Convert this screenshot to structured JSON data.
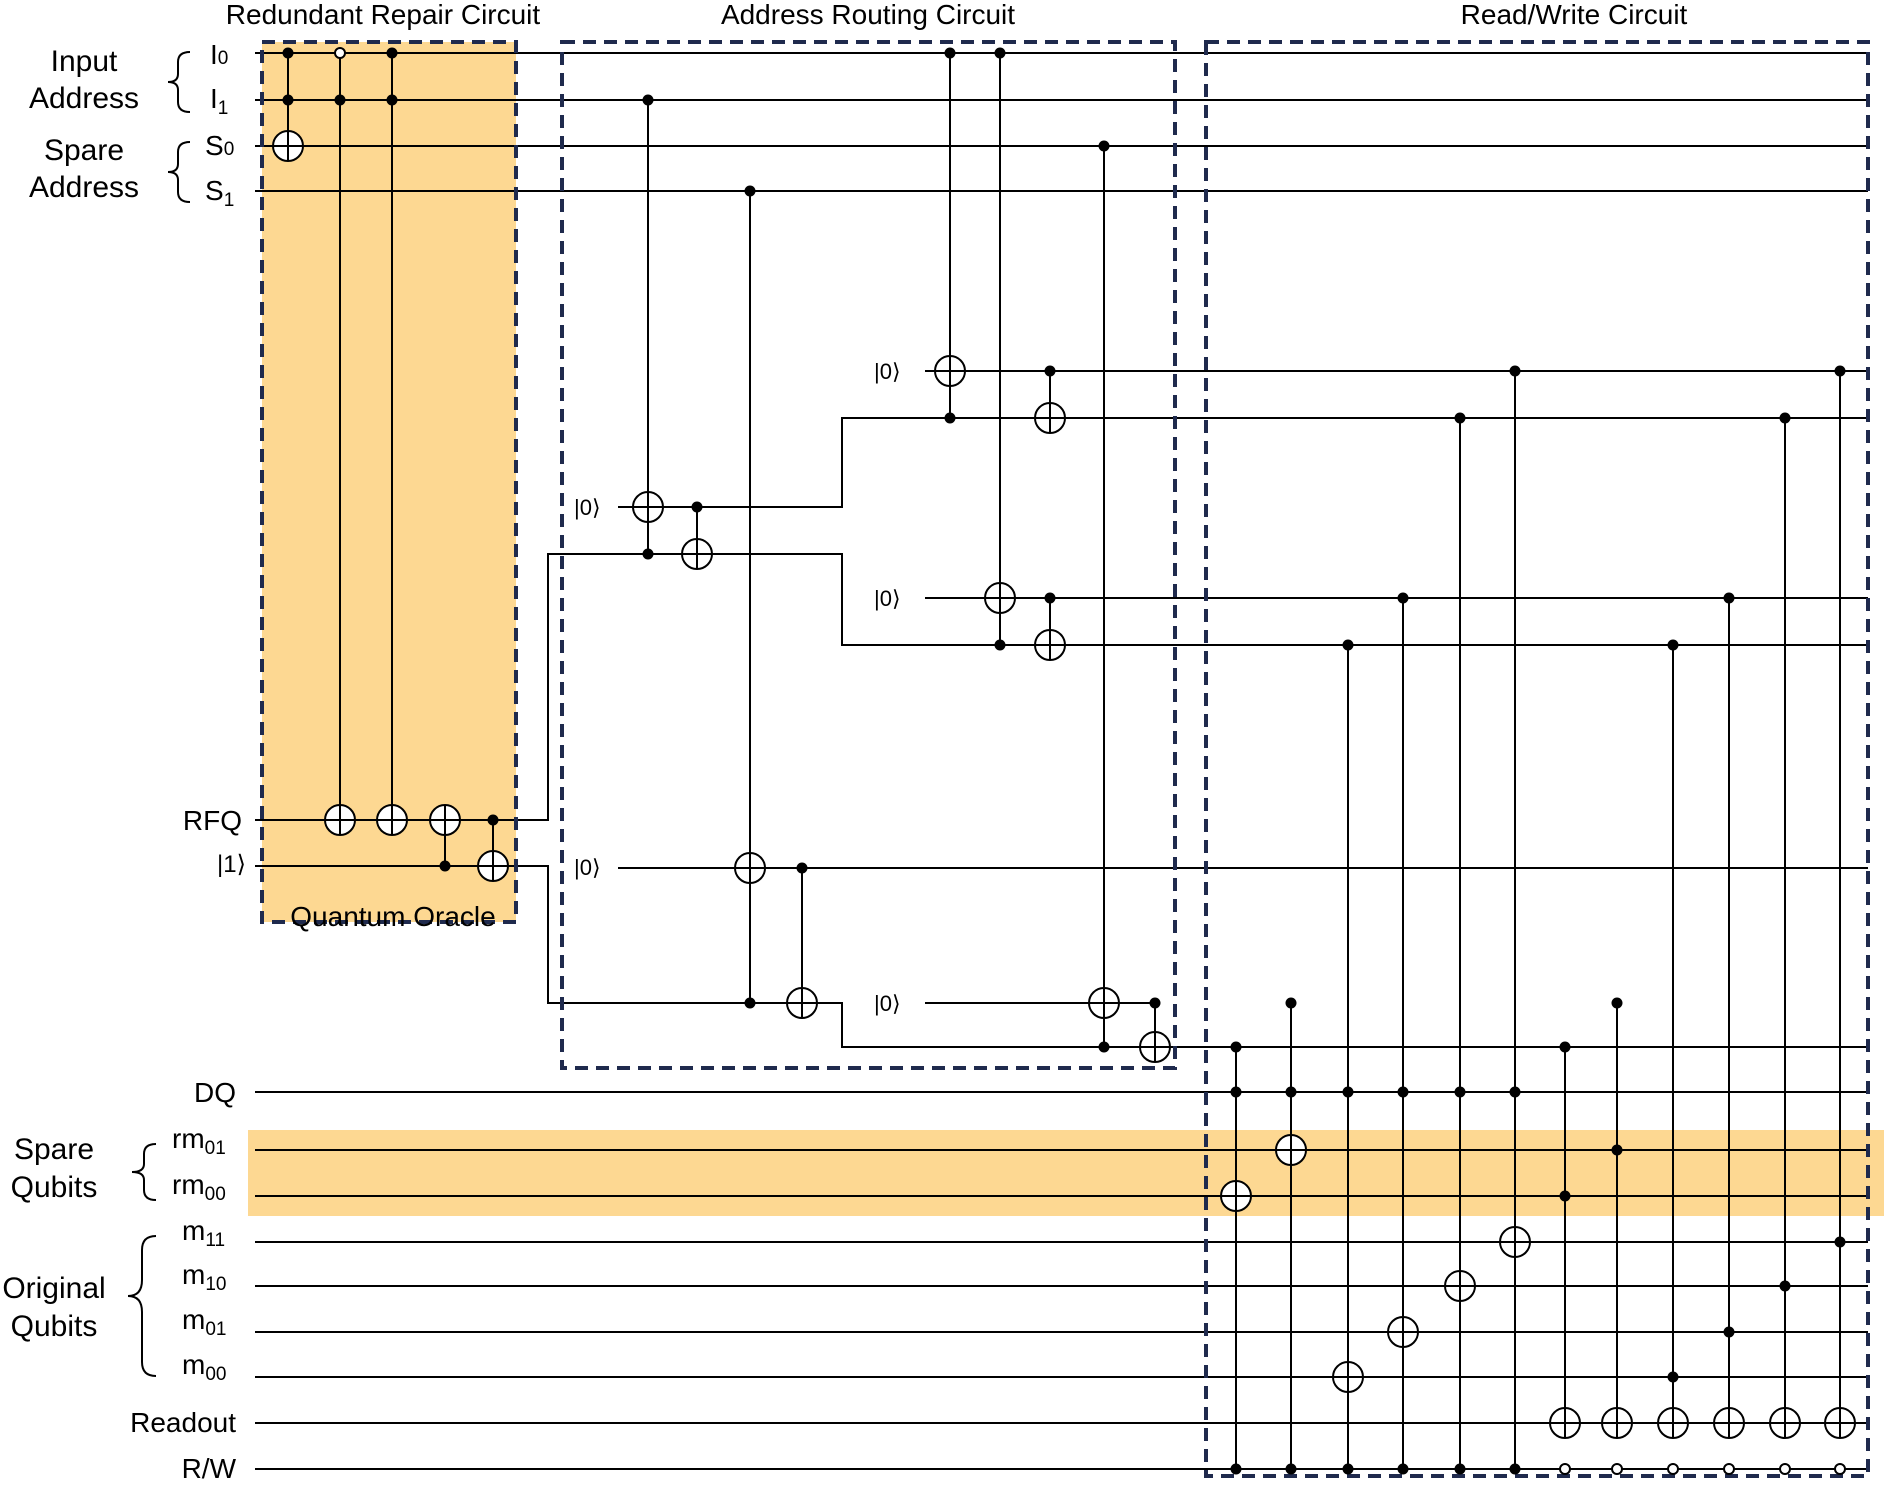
{
  "sections": {
    "repair": "Redundant Repair Circuit",
    "routing": "Address Routing Circuit",
    "readwrite": "Read/Write Circuit",
    "oracle": "Quantum Oracle"
  },
  "groups": {
    "input_l1": "Input",
    "input_l2": "Address",
    "spare_addr_l1": "Spare",
    "spare_addr_l2": "Address",
    "spare_qubits_l1": "Spare",
    "spare_qubits_l2": "Qubits",
    "original_l1": "Original",
    "original_l2": "Qubits"
  },
  "wires": {
    "i0": {
      "base": "I",
      "sub": "0"
    },
    "i1": {
      "base": "I",
      "sub": "1"
    },
    "s0": {
      "base": "S",
      "sub": "0"
    },
    "s1": {
      "base": "S",
      "sub": "1"
    },
    "rfq": "RFQ",
    "one": "|1⟩",
    "dq": "DQ",
    "rm01": {
      "base": "rm",
      "sub": "01"
    },
    "rm00": {
      "base": "rm",
      "sub": "00"
    },
    "m11": {
      "base": "m",
      "sub": "11"
    },
    "m10": {
      "base": "m",
      "sub": "10"
    },
    "m01": {
      "base": "m",
      "sub": "01"
    },
    "m00": {
      "base": "m",
      "sub": "00"
    },
    "readout": "Readout",
    "rw": "R/W"
  },
  "ancilla_label": "|0⟩",
  "colors": {
    "highlight": "#fdd892",
    "box": "#1f2a4d",
    "line": "#000000"
  }
}
